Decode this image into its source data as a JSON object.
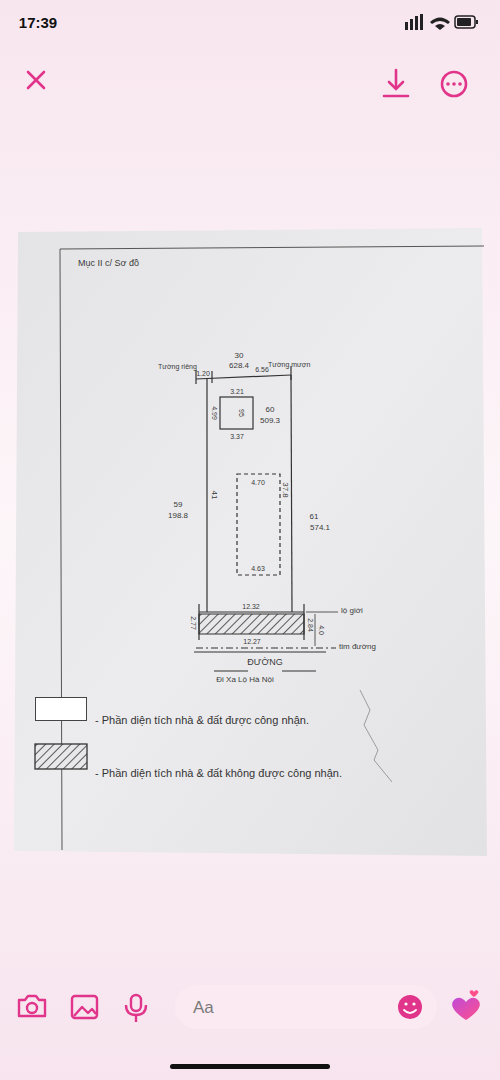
{
  "diagram": {
    "nodes": [
      {
        "text": [
          "60",
          "509.3"
        ]
      },
      {
        "text": [
          "Aa"
        ]
      }
    ],
    "labels": [
      "17:39",
      "Mục II c/ Sơ đồ",
      "30",
      "628.4",
      "Tường riêng",
      "Tường mượn",
      "1.20",
      "6.56",
      "3.21",
      "4.99",
      "95",
      "3.37",
      "4.70",
      "4.63",
      "59",
      "198.8",
      "41",
      "37.8",
      "61",
      "574.1",
      "12.32",
      "lộ giới",
      "2.77",
      "2.84",
      "4.0",
      "12.27",
      "tim đường",
      "ĐƯỜNG",
      "Đi Xa Lộ Hà Nội"
    ],
    "legend": [
      {
        "text": "- Phần diện tích nhà & đất được công nhận.",
        "color": "#ffffff"
      },
      {
        "text": "- Phần diện tích nhà & đất không được công nhận."
      }
    ]
  }
}
